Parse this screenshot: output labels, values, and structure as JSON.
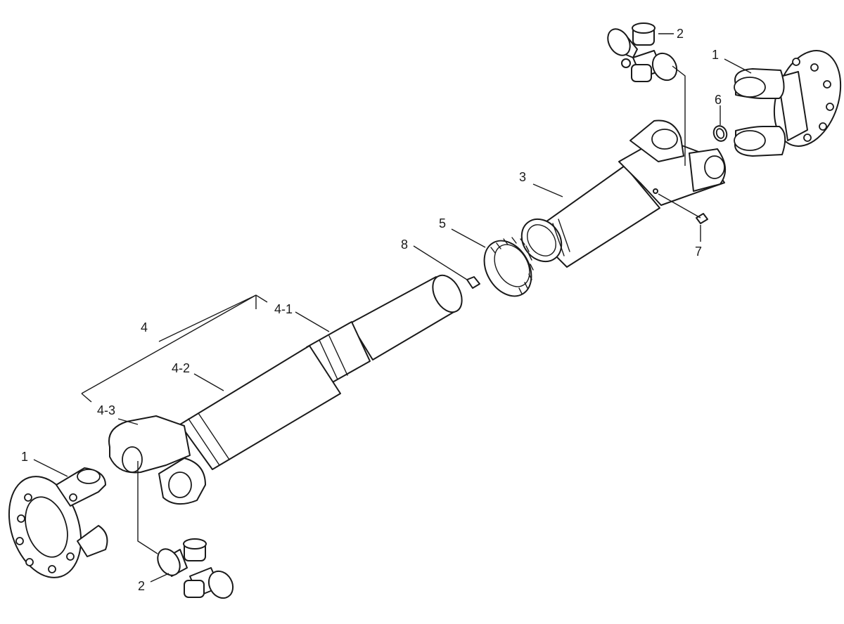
{
  "labels": {
    "yoke_right": "1",
    "yoke_left": "1",
    "cross_top": "2",
    "cross_bottom": "2",
    "slip_yoke": "3",
    "tube_assembly": "4",
    "tube_stub": "4-1",
    "tube": "4-2",
    "tube_yoke": "4-3",
    "dust_cap": "5",
    "o_ring": "6",
    "grease_fitting_yoke": "7",
    "grease_fitting_shaft": "8"
  }
}
